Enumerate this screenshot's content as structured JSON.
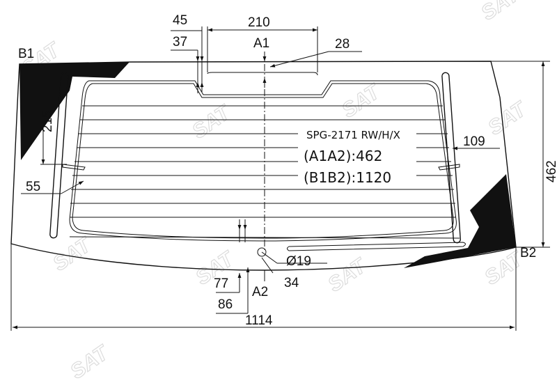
{
  "watermark": "SAT",
  "part": {
    "code": "SPG-2171 RW/H/X",
    "spec_a": "(A1A2):462",
    "spec_b": "(B1B2):1120"
  },
  "points": {
    "b1": "B1",
    "b2": "B2",
    "a1": "A1",
    "a2": "A2"
  },
  "dimensions": {
    "d45": "45",
    "d37": "37",
    "d210": "210",
    "d28": "28",
    "d215": "215",
    "d109": "109",
    "d462": "462",
    "d55": "55",
    "d19": "Ø19",
    "d77": "77",
    "d86": "86",
    "d34": "34",
    "d1114": "1114"
  },
  "colors": {
    "line": "#111111",
    "tint": "#111111",
    "watermark": "#dcdcdc"
  }
}
